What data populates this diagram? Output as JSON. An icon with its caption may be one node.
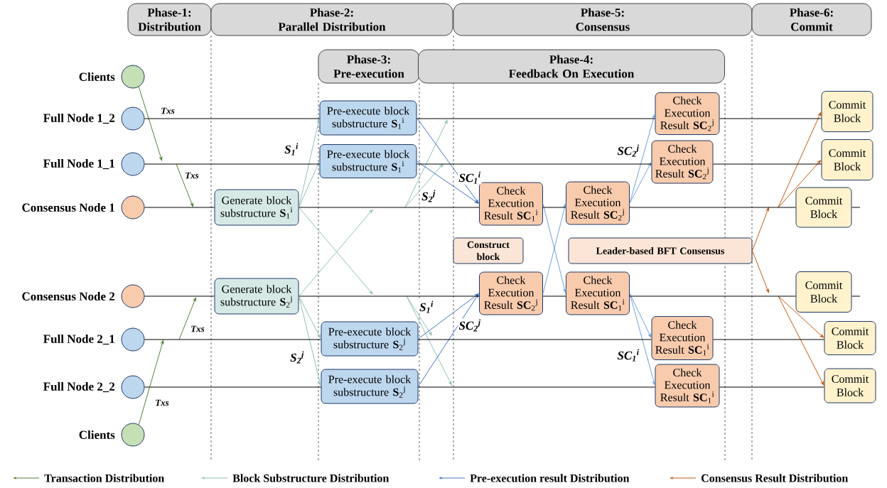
{
  "diagram": {
    "nodes": [
      {
        "text": [
          "Phase-1:",
          "Distribution"
        ]
      },
      {
        "text": [
          "Phase-2:",
          "Parallel Distribution"
        ]
      },
      {
        "text": [
          "Phase-5:",
          "Consensus"
        ]
      },
      {
        "text": [
          "Phase-6:",
          "Commit"
        ]
      },
      {
        "text": [
          "Phase-3:",
          "Pre-execution"
        ]
      },
      {
        "text": [
          "Phase-4:",
          "Feedback On Execution"
        ]
      },
      {
        "text": [],
        "shape": "circle",
        "beside": [
          "Clients"
        ]
      },
      {
        "text": [],
        "shape": "circle",
        "beside": [
          "Full Node 1_2"
        ]
      },
      {
        "text": [],
        "shape": "circle",
        "beside": [
          "Full Node 1_1"
        ]
      },
      {
        "text": [],
        "shape": "circle",
        "beside": [
          "Consensus Node 1"
        ]
      },
      {
        "text": [],
        "shape": "circle",
        "beside": [
          "Consensus Node 2"
        ]
      },
      {
        "text": [],
        "shape": "circle",
        "beside": [
          "Full Node 2_1"
        ]
      },
      {
        "text": [],
        "shape": "circle",
        "beside": [
          "Full Node 2_2"
        ]
      },
      {
        "text": [],
        "shape": "circle",
        "beside": [
          "Clients"
        ]
      },
      {
        "text": [
          "Pre-execute block substructure **S**$_{1}$$^{i}$"
        ]
      },
      {
        "text": [
          "Check Execution Result **SC**$_{2}$$^{j}$"
        ]
      },
      {
        "text": [
          "Commit Block"
        ]
      },
      {
        "text": [
          "Pre-execute block substructure **S**$_{1}$$^{i}$"
        ]
      },
      {
        "text": [
          "Check Execution Result **SC**$_{2}$$^{j}$"
        ]
      },
      {
        "text": [
          "Commit Block"
        ]
      },
      {
        "text": [
          "Generate block substructure **S**$_{1}$$^{i}$"
        ]
      },
      {
        "text": [
          "Check Execution Result **SC**$_{1}$$^{i}$"
        ]
      },
      {
        "text": [
          "Check Execution Result **SC**$_{2}$$^{j}$"
        ]
      },
      {
        "text": [
          "Commit Block"
        ]
      },
      {
        "text": [
          "Construct block"
        ]
      },
      {
        "text": [
          "Leader-based BFT Consensus"
        ]
      },
      {
        "text": [
          "Generate block substructure **S**$_{2}$$^{j}$"
        ]
      },
      {
        "text": [
          "Check Execution Result **SC**$_{2}$$^{j}$"
        ]
      },
      {
        "text": [
          "Check Execution Result **SC**$_{1}$$^{i}$"
        ]
      },
      {
        "text": [
          "Commit Block"
        ]
      },
      {
        "text": [
          "Pre-execute block substructure **S**$_{2}$$^{j}$"
        ]
      },
      {
        "text": [
          "Check Execution Result **SC**$_{1}$$^{i}$"
        ]
      },
      {
        "text": [
          "Commit Block"
        ]
      },
      {
        "text": [
          "Pre-execute block substructure **S**$_{2}$$^{j}$"
        ]
      },
      {
        "text": [
          "Check Execution Result **SC**$_{1}$$^{i}$"
        ]
      },
      {
        "text": [
          "Commit Block"
        ]
      }
    ],
    "edges": [
      {
        "from": 6,
        "to": null,
        "arrow": "to",
        "label": "Txs",
        "color": "#548235"
      },
      {
        "from": 13,
        "to": null,
        "arrow": "to",
        "label": "Txs",
        "color": "#548235"
      },
      {
        "from": 20,
        "to": 14,
        "arrow": "to",
        "label": "S$_{1}$$^{i}$",
        "color": "#93c0bc"
      },
      {
        "from": 20,
        "to": 17,
        "arrow": "to",
        "color": "#93c0bc"
      },
      {
        "from": 20,
        "to": null,
        "arrow": "to",
        "color": "#93c0bc"
      },
      {
        "from": 26,
        "to": null,
        "arrow": "to",
        "color": "#93c0bc"
      },
      {
        "from": 26,
        "to": 30,
        "arrow": "to",
        "color": "#93c0bc"
      },
      {
        "from": 26,
        "to": 33,
        "arrow": "to",
        "label": "S$_{2}$$^{j}$",
        "color": "#93c0bc"
      },
      {
        "from": 14,
        "to": 21,
        "arrow": "to",
        "label": "SC$_{1}$$^{i}$",
        "color": "#4472c4"
      },
      {
        "from": 17,
        "to": 21,
        "arrow": "to",
        "color": "#4472c4"
      },
      {
        "from": 30,
        "to": 27,
        "arrow": "to",
        "color": "#4472c4"
      },
      {
        "from": 33,
        "to": 27,
        "arrow": "to",
        "label": "SC$_{2}$$^{j}$",
        "color": "#4472c4"
      },
      {
        "from": 21,
        "to": 28,
        "arrow": "to",
        "color": "#6fa0dc"
      },
      {
        "from": 27,
        "to": 22,
        "arrow": "to",
        "color": "#6fa0dc"
      },
      {
        "from": 22,
        "to": 15,
        "arrow": "to",
        "label": "SC$_{2}$$^{j}$",
        "color": "#6fa0dc"
      },
      {
        "from": 22,
        "to": 18,
        "arrow": "to",
        "color": "#6fa0dc"
      },
      {
        "from": 28,
        "to": 31,
        "arrow": "to",
        "color": "#6fa0dc"
      },
      {
        "from": 28,
        "to": 34,
        "arrow": "to",
        "label": "SC$_{1}$$^{i}$",
        "color": "#6fa0dc"
      },
      {
        "from": 25,
        "to": null,
        "arrow": "to",
        "color": "#c55a11"
      },
      {
        "from": 25,
        "to": null,
        "arrow": "to",
        "color": "#c55a11"
      },
      {
        "from": null,
        "to": 16,
        "arrow": "to",
        "color": "#c55a11"
      },
      {
        "from": null,
        "to": 19,
        "arrow": "to",
        "color": "#c55a11"
      },
      {
        "from": null,
        "to": 32,
        "arrow": "to",
        "color": "#c55a11"
      },
      {
        "from": null,
        "to": 35,
        "arrow": "to",
        "color": "#c55a11"
      },
      {
        "from": 7,
        "to": 14,
        "arrow": "none",
        "color": "#000000"
      },
      {
        "from": 14,
        "to": 15,
        "arrow": "none",
        "color": "#000000"
      },
      {
        "from": 15,
        "to": 16,
        "arrow": "none",
        "color": "#000000"
      },
      {
        "from": 8,
        "to": 17,
        "arrow": "none",
        "color": "#000000"
      },
      {
        "from": 17,
        "to": 18,
        "arrow": "none",
        "color": "#000000"
      },
      {
        "from": 18,
        "to": 19,
        "arrow": "none",
        "color": "#000000"
      },
      {
        "from": 9,
        "to": 20,
        "arrow": "none",
        "color": "#000000"
      },
      {
        "from": 20,
        "to": 21,
        "arrow": "none",
        "color": "#000000"
      },
      {
        "from": 21,
        "to": 22,
        "arrow": "none",
        "color": "#000000"
      },
      {
        "from": 22,
        "to": 23,
        "arrow": "none",
        "color": "#000000"
      },
      {
        "from": 23,
        "to": null,
        "arrow": "none",
        "color": "#000000"
      },
      {
        "from": 10,
        "to": 26,
        "arrow": "none",
        "color": "#000000"
      },
      {
        "from": 26,
        "to": 27,
        "arrow": "none",
        "color": "#000000"
      },
      {
        "from": 27,
        "to": 28,
        "arrow": "none",
        "color": "#000000"
      },
      {
        "from": 28,
        "to": 29,
        "arrow": "none",
        "color": "#000000"
      },
      {
        "from": 29,
        "to": null,
        "arrow": "none",
        "color": "#000000"
      },
      {
        "from": 11,
        "to": 30,
        "arrow": "none",
        "color": "#000000"
      },
      {
        "from": 30,
        "to": 31,
        "arrow": "none",
        "color": "#000000"
      },
      {
        "from": 31,
        "to": 32,
        "arrow": "none",
        "color": "#000000"
      },
      {
        "from": 12,
        "to": 33,
        "arrow": "none",
        "color": "#000000"
      },
      {
        "from": 33,
        "to": 34,
        "arrow": "none",
        "color": "#000000"
      },
      {
        "from": 34,
        "to": 35,
        "arrow": "none",
        "color": "#000000"
      }
    ],
    "labels": [
      "Txs",
      "S$_{2}$$^{j}$",
      "S$_{1}$$^{i}$",
      "Txs"
    ],
    "legend": [
      {
        "text": "Transaction Distribution"
      },
      {
        "text": "Block Substructure Distribution"
      },
      {
        "text": "Pre-execution result Distribution"
      },
      {
        "text": "Consensus Result Distribution"
      }
    ]
  }
}
